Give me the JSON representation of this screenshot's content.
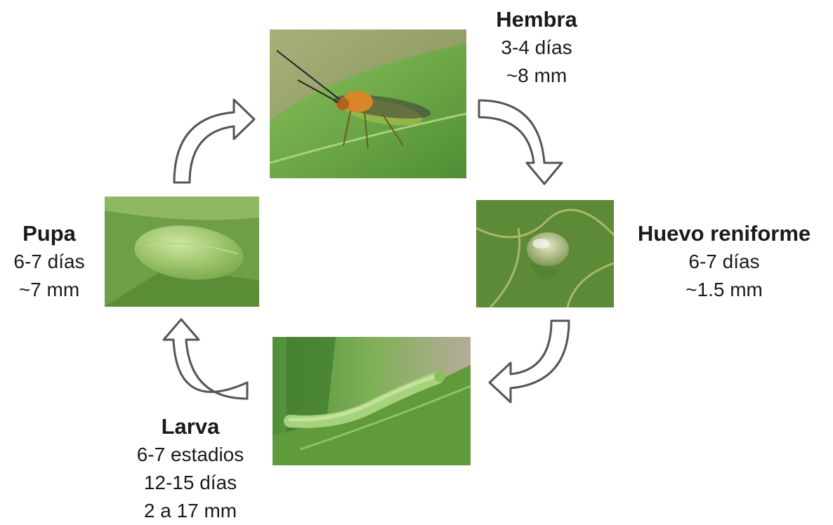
{
  "stages": {
    "hembra": {
      "title": "Hembra",
      "lines": [
        "3-4 días",
        "~8 mm"
      ]
    },
    "huevo": {
      "title": "Huevo reniforme",
      "lines": [
        "6-7 días",
        "~1.5 mm"
      ]
    },
    "larva": {
      "title": "Larva",
      "lines": [
        "6-7 estadios",
        "12-15 días",
        "2 a 17 mm"
      ]
    },
    "pupa": {
      "title": "Pupa",
      "lines": [
        "6-7 días",
        "~7 mm"
      ]
    }
  },
  "colors": {
    "leaf": "#6fa84a",
    "leaf_dark": "#4d8a33",
    "insect": "#d7862a",
    "arrow_stroke": "#555555",
    "arrow_fill": "#ffffff"
  }
}
